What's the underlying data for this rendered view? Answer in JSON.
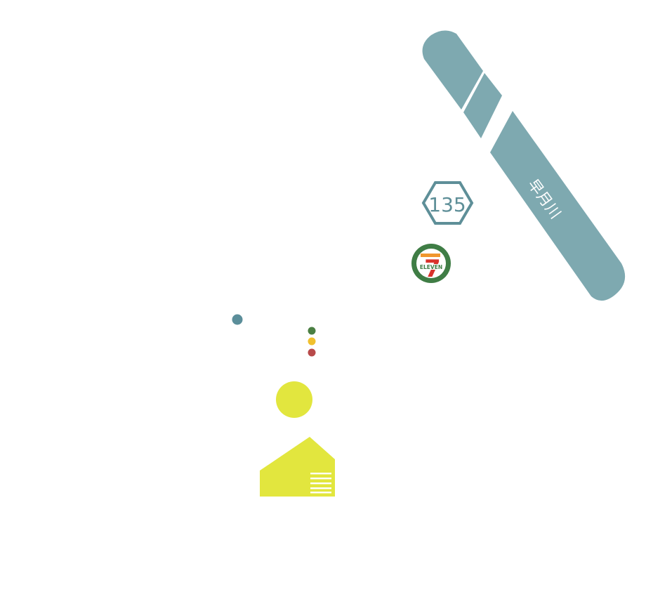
{
  "map": {
    "river": {
      "label": "早月川",
      "color": "#7ea9b0"
    },
    "route_shield": {
      "number": "135",
      "color": "#5e8f98"
    },
    "store": {
      "logo_number": "7",
      "logo_text": "ELEVEN",
      "ring_color": "#3f7d45",
      "red": "#d9322c",
      "orange": "#f0962e",
      "green": "#3f7d45"
    },
    "markers": {
      "blue_dot": "#5b8e9a",
      "dots": [
        "#4b7f43",
        "#f0c02e",
        "#b84a4a"
      ],
      "destination_color": "#e2e63e"
    }
  }
}
